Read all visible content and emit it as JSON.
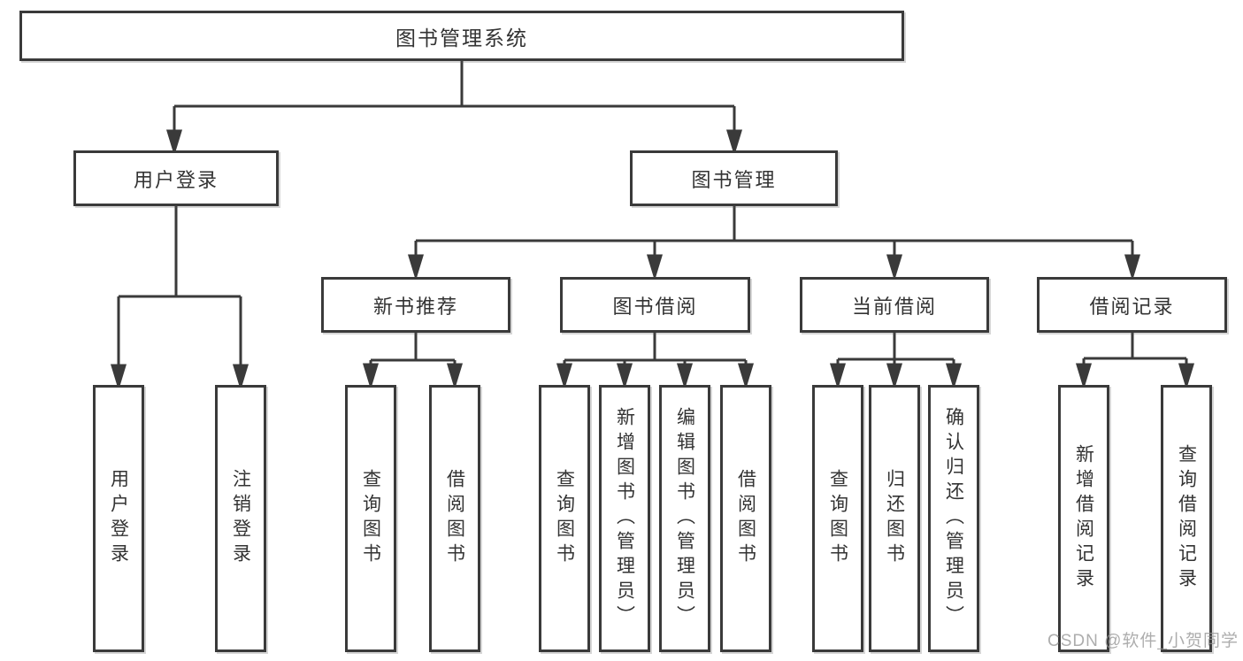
{
  "diagram": {
    "title": "图书管理系统",
    "level2": [
      {
        "id": "user-login",
        "label": "用户登录"
      },
      {
        "id": "book-management",
        "label": "图书管理"
      }
    ],
    "level3": [
      {
        "id": "new-book-recommendation",
        "label": "新书推荐",
        "parent": "图书管理"
      },
      {
        "id": "book-borrowing",
        "label": "图书借阅",
        "parent": "图书管理"
      },
      {
        "id": "current-borrowing",
        "label": "当前借阅",
        "parent": "图书管理"
      },
      {
        "id": "borrowing-records",
        "label": "借阅记录",
        "parent": "图书管理"
      }
    ],
    "leaves": [
      {
        "parent": "用户登录",
        "label": "用户登录"
      },
      {
        "parent": "用户登录",
        "label": "注销登录"
      },
      {
        "parent": "新书推荐",
        "label": "查询图书"
      },
      {
        "parent": "新书推荐",
        "label": "借阅图书"
      },
      {
        "parent": "图书借阅",
        "label": "查询图书"
      },
      {
        "parent": "图书借阅",
        "label": "新增图书（管理员）"
      },
      {
        "parent": "图书借阅",
        "label": "编辑图书（管理员）"
      },
      {
        "parent": "图书借阅",
        "label": "借阅图书"
      },
      {
        "parent": "当前借阅",
        "label": "查询图书"
      },
      {
        "parent": "当前借阅",
        "label": "归还图书"
      },
      {
        "parent": "当前借阅",
        "label": "确认归还（管理员）"
      },
      {
        "parent": "借阅记录",
        "label": "新增借阅记录"
      },
      {
        "parent": "借阅记录",
        "label": "查询借阅记录"
      }
    ],
    "watermark": "CSDN @软件_小贺同学",
    "colors": {
      "line": "#3a3a3a",
      "text": "#333333",
      "background": "#ffffff",
      "watermark": "#969696"
    }
  }
}
